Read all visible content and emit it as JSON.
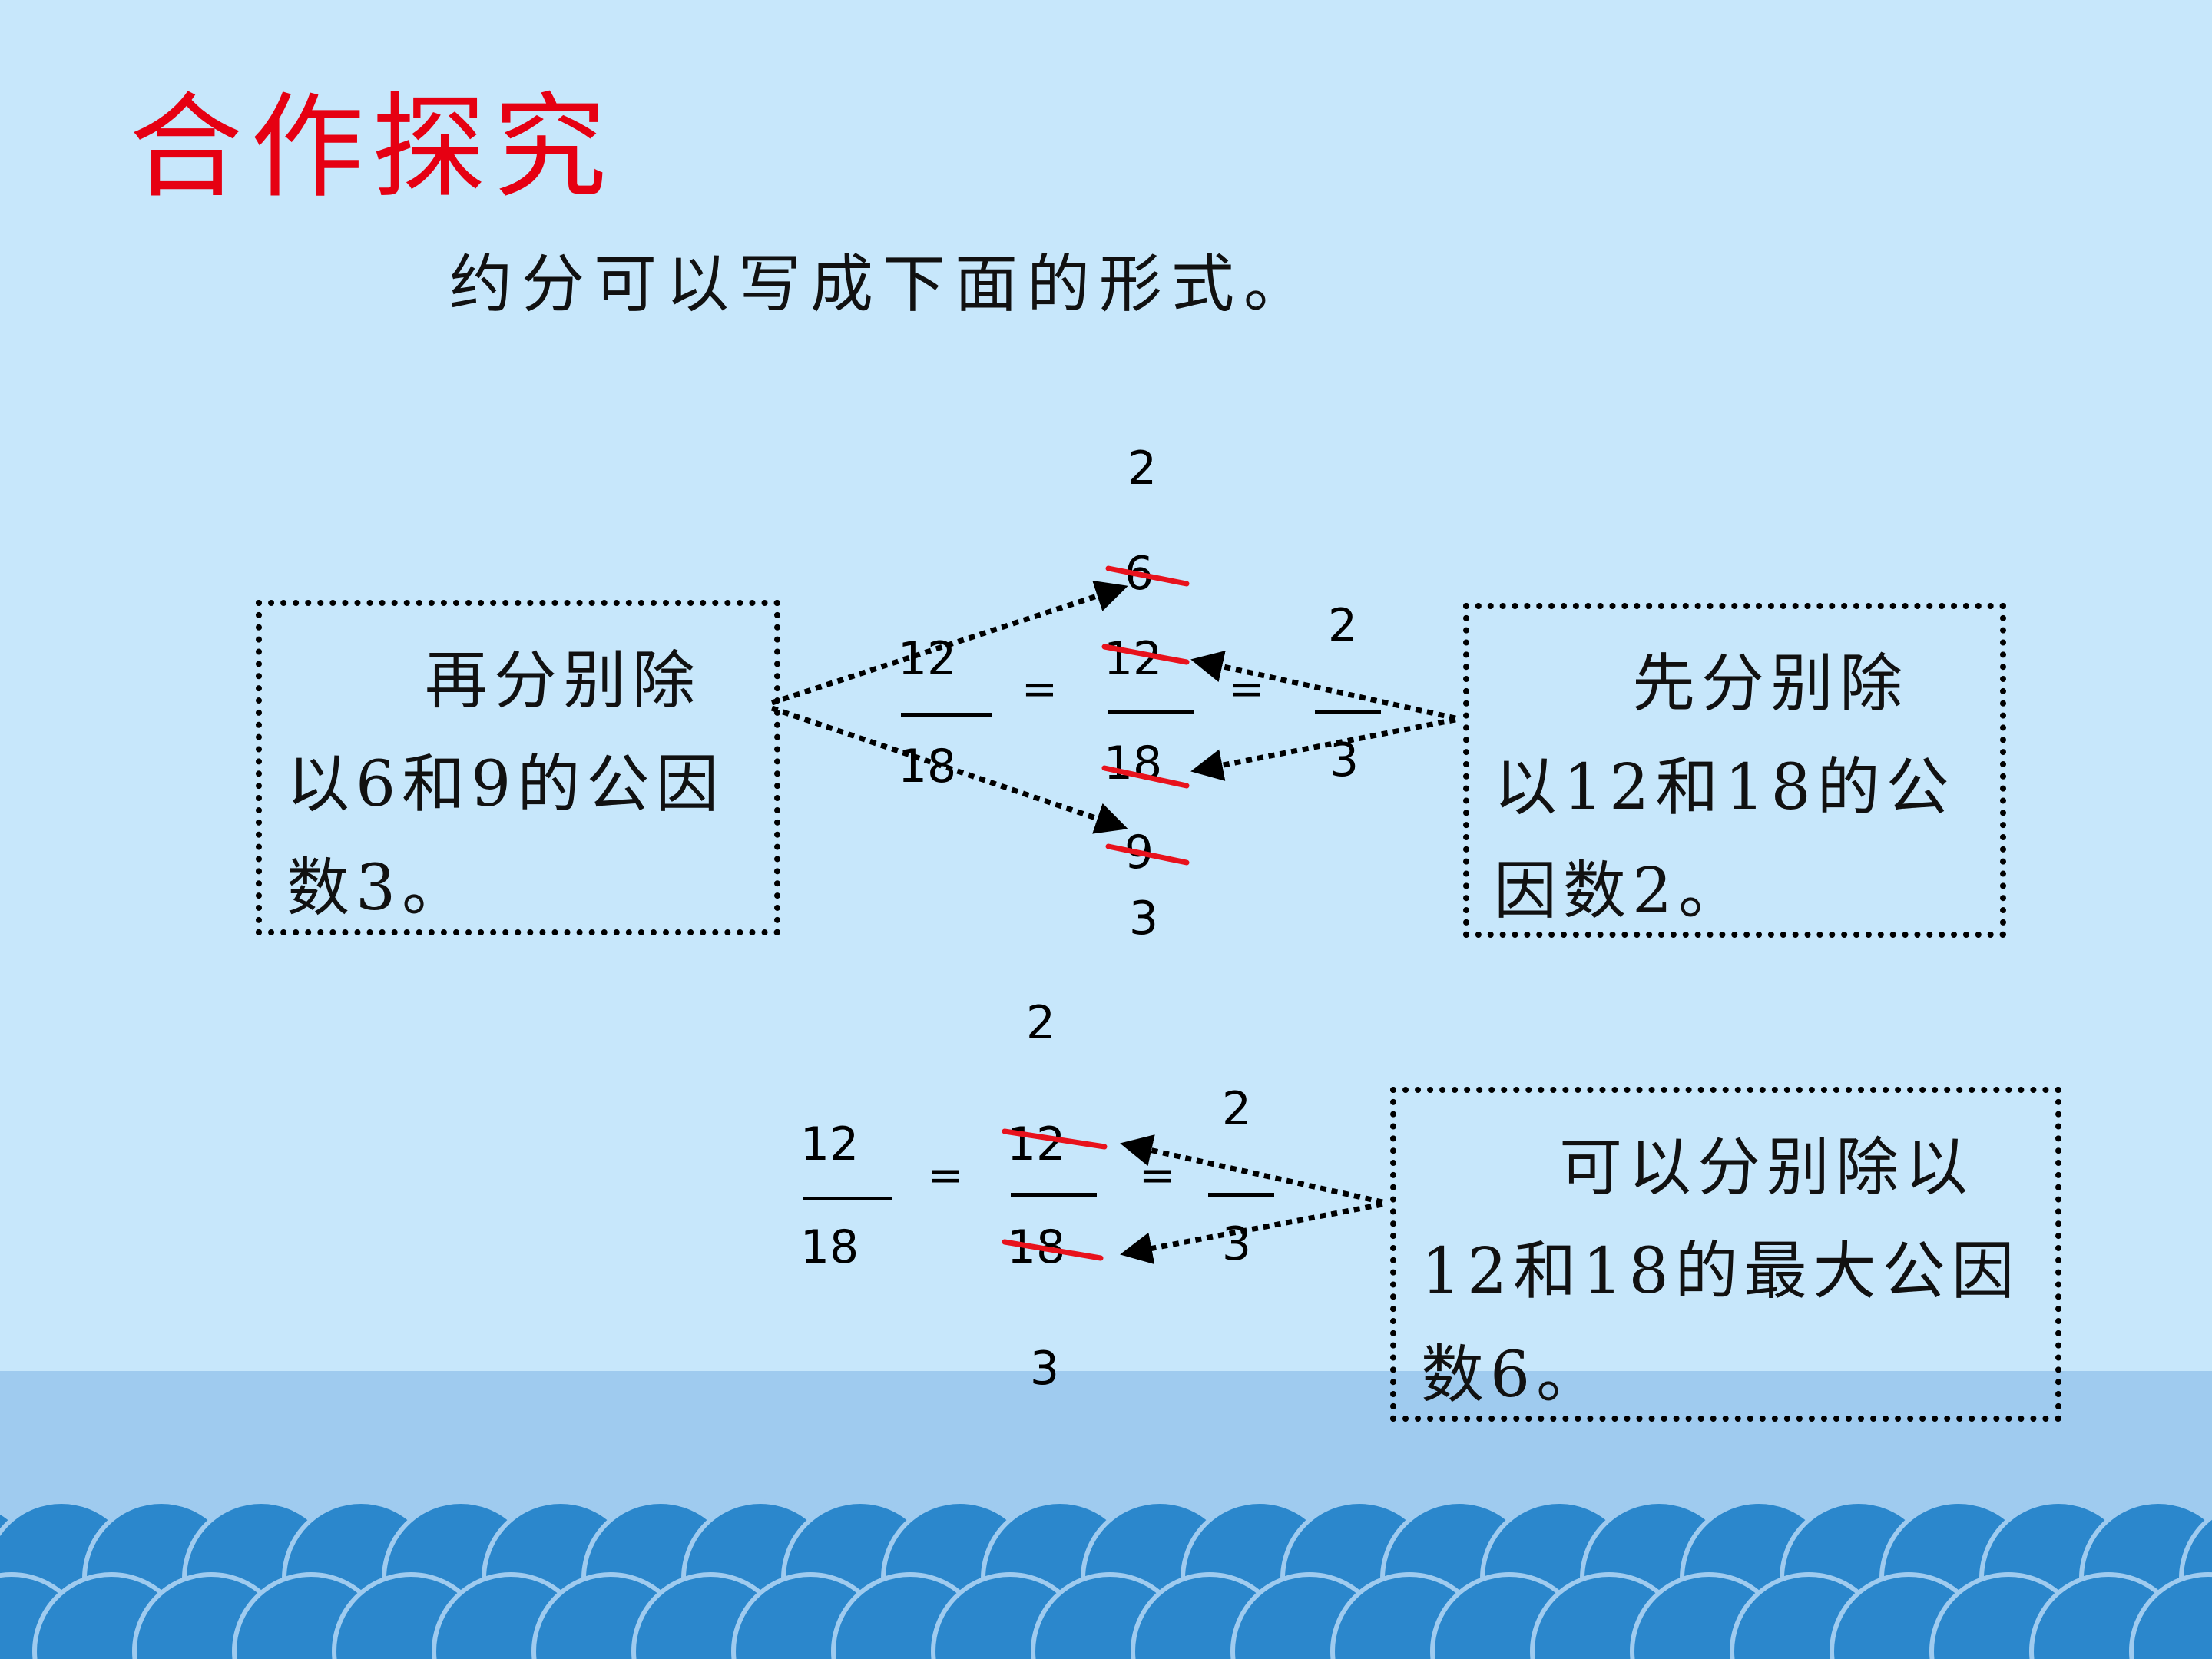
{
  "title": "合作探究",
  "subtitle": "约分可以写成下面的形式。",
  "example1": {
    "left_num": "12",
    "left_den": "18",
    "eq1": "=",
    "mid_num": "12",
    "mid_den": "18",
    "above_mid": "6",
    "above_top": "2",
    "below_mid": "9",
    "below_bottom": "3",
    "eq2": "=",
    "right_num": "2",
    "right_den": "3",
    "left_note": "　　再分别除以6和9的公因数3。",
    "right_note": "　　先分别除以12和18的公因数2。"
  },
  "example2": {
    "left_num": "12",
    "left_den": "18",
    "eq1": "=",
    "mid_num": "12",
    "mid_den": "18",
    "above_mid": "2",
    "below_mid": "3",
    "eq2": "=",
    "right_num": "2",
    "right_den": "3",
    "note": "　　可以分别除以12和18的最大公因数6。"
  },
  "colors": {
    "background": "#c7e7fb",
    "title": "#e60012",
    "strike": "#e8121c",
    "band": "#9fcbef",
    "waves": "#2b87cc"
  }
}
